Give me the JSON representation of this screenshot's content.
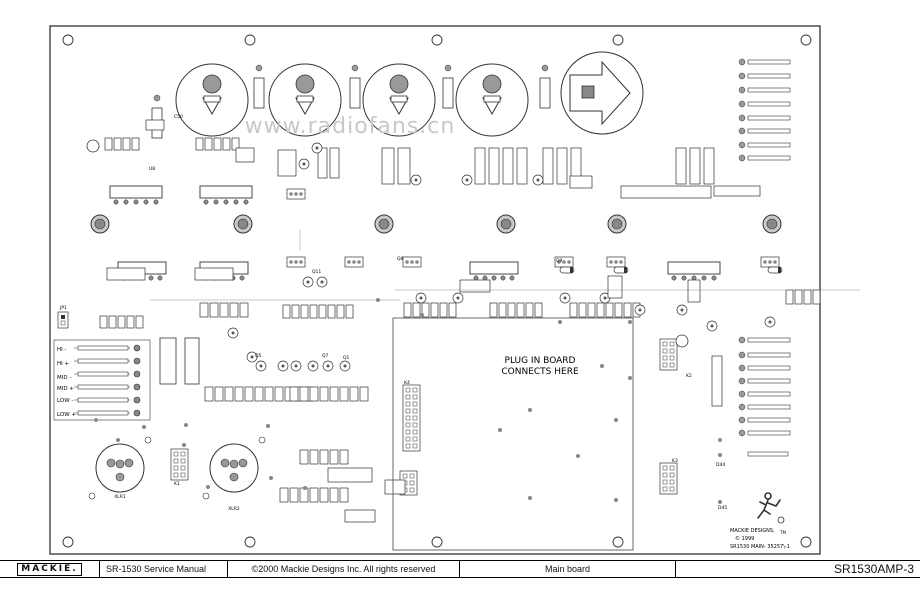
{
  "board": {
    "plug_in_line1": "PLUG IN BOARD",
    "plug_in_line2": "CONNECTS HERE",
    "mackie_line1": "MACKIE DESIGNS,",
    "mackie_tm": "TM",
    "mackie_year": "© 1999",
    "mackie_line2": "SR1530 MAIN- 35257\\-1",
    "watermark": "www.radiofans.cn",
    "output_labels": [
      "HI -",
      "HI +",
      "MID -",
      "MID +",
      "LOW -",
      "LOW +"
    ],
    "connector_labels": [
      "XLR1",
      "XLR2",
      "K4",
      "K2",
      "K3",
      "K1",
      "JP1",
      "Q1",
      "Q5",
      "Q7",
      "Q8",
      "Q9",
      "Q11",
      "U8",
      "C50",
      "D44",
      "D45"
    ]
  },
  "footer": {
    "logo": "MACKIE.",
    "manual": "SR-1530 Service Manual",
    "copyright": "©2000 Mackie Designs Inc. All rights reserved",
    "board_name": "Main board",
    "page_code": "SR1530AMP-3"
  }
}
